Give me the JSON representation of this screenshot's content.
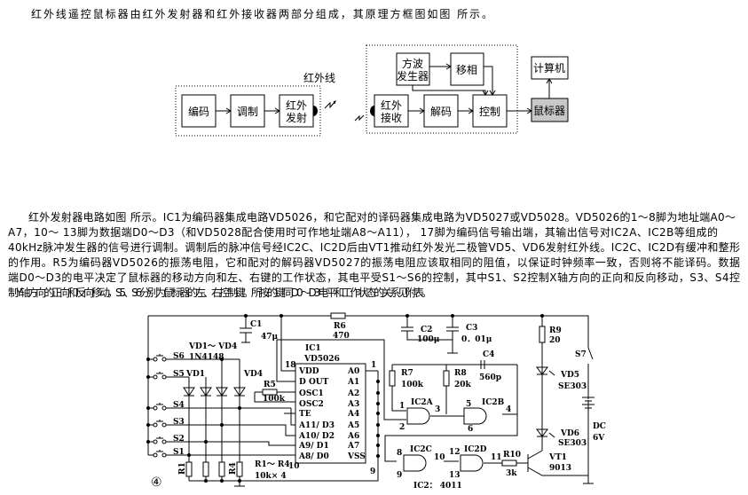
{
  "intro": "红外线遥控鼠标器由红外发射器和红外接收器两部分组成，其原理方框图如图  所示。",
  "block_diagram": {
    "ir_label": "红外线",
    "transmitter": [
      {
        "line1": "编码"
      },
      {
        "line1": "调制"
      },
      {
        "line1": "红外",
        "line2": "发射"
      }
    ],
    "receiver": {
      "square_wave": {
        "line1": "方波",
        "line2": "发生器"
      },
      "phase_shift": "移相",
      "ir_receive": {
        "line1": "红外",
        "line2": "接收"
      },
      "decode": "解码",
      "control": "控制"
    },
    "mouse": "鼠标器",
    "computer": "计算机"
  },
  "paragraph_lines": [
    "红外发射器电路如图  所示。IC1为编码器集成电路VD5026，和它配对的译码器集成电路为VD5027或VD5028。VD5026的1～8脚为地址端A0～",
    "A7，10～ 13脚为数据端D0～D3（和VD5028配合使用时可作地址端A8～A11），  17脚为编码信号输出端，其输出信号对IC2A、IC2B等组成的",
    "40kHz脉冲发生器的信号进行调制。调制后的脉冲信号经IC2C、IC2D后由VT1推动红外发光二极管VD5、VD6发射红外线。IC2C、IC2D有缓冲和整形",
    "的作用。R5为编码器VD5026的振荡电阻，它和配对的解码器VD5027的振荡电阻应该取相同的阻值，以保证时钟频率一致，否则将不能译码。数据",
    "端D0～D3的电平决定了鼠标器的移动方向和左、右键的工作状态，其电平受S1～S6的控制，其中S1、S2控制X轴方向的正向和反向移动，S3、S4控",
    "制Y轴方向的正向和反向移动，S5、S6分别为鼠标器的左、右控制键。所按的键同D0～D3电平和工作状态的关系见附表。"
  ],
  "circuit": {
    "figure_number": "④",
    "switches": [
      "S6",
      "S5",
      "S4",
      "S3",
      "S2",
      "S1",
      "S7"
    ],
    "diodes_label": "VD1～ VD4",
    "diodes_type": "1N4148",
    "vd1": "VD1",
    "vd4": "VD4",
    "c1": "C1",
    "c1_val": "47μ",
    "r6": "R6",
    "r6_val": "470",
    "c2": "C2",
    "c2_val": "100μ",
    "c3": "C3",
    "c3_val": "0．01μ",
    "c4": "C4",
    "c4_val": "560p",
    "r5": "R5",
    "r5_val": "100k",
    "r7": "R7",
    "r7_val": "100k",
    "r8": "R8",
    "r8_val": "20k",
    "r9": "R9",
    "r9_val": "20",
    "r10": "R10",
    "r10_val": "3k",
    "r1": "R1",
    "r4": "R4",
    "r_range": "R1～ R4",
    "r_range_val": "10k× 4",
    "ic1": "IC1",
    "ic1_type": "VD5026",
    "ic1_left_pins": [
      "VDD",
      "D OUT",
      "OSC1",
      "OSC2",
      "TE",
      "A11/ D3",
      "A10/ D2",
      "A9/ D1",
      "A8/ D0"
    ],
    "ic1_right_pins": [
      "A0",
      "A1",
      "A2",
      "A3",
      "A4",
      "A5",
      "A6",
      "A7",
      "VSS"
    ],
    "pin_numbers": {
      "p18": "18",
      "p1": "1",
      "p10": "10",
      "p9": "9"
    },
    "gates": [
      "IC2A",
      "IC2B",
      "IC2C",
      "IC2D"
    ],
    "gate_pins": [
      "1",
      "2",
      "3",
      "5",
      "6",
      "4",
      "8",
      "9",
      "10",
      "12",
      "13",
      "11"
    ],
    "ic2_label": "IC2： 4011",
    "vd5": "VD5",
    "vd5_type": "SE303",
    "vd6": "VD6",
    "vd6_type": "SE303",
    "vt1": "VT1",
    "vt1_type": "9013",
    "dc": "DC",
    "dc_val": "6V"
  }
}
